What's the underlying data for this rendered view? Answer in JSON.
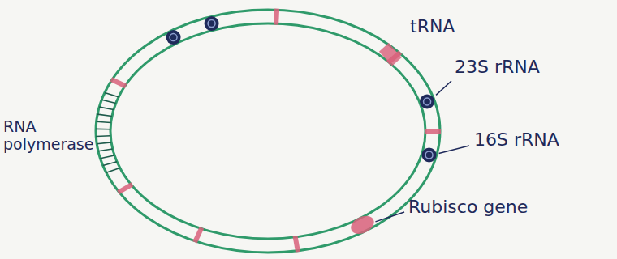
{
  "diagram": {
    "labels": [
      "tRNA",
      "23S rRNA",
      "16S rRNA",
      "Rubisco gene",
      "RNA polymerase"
    ]
  }
}
